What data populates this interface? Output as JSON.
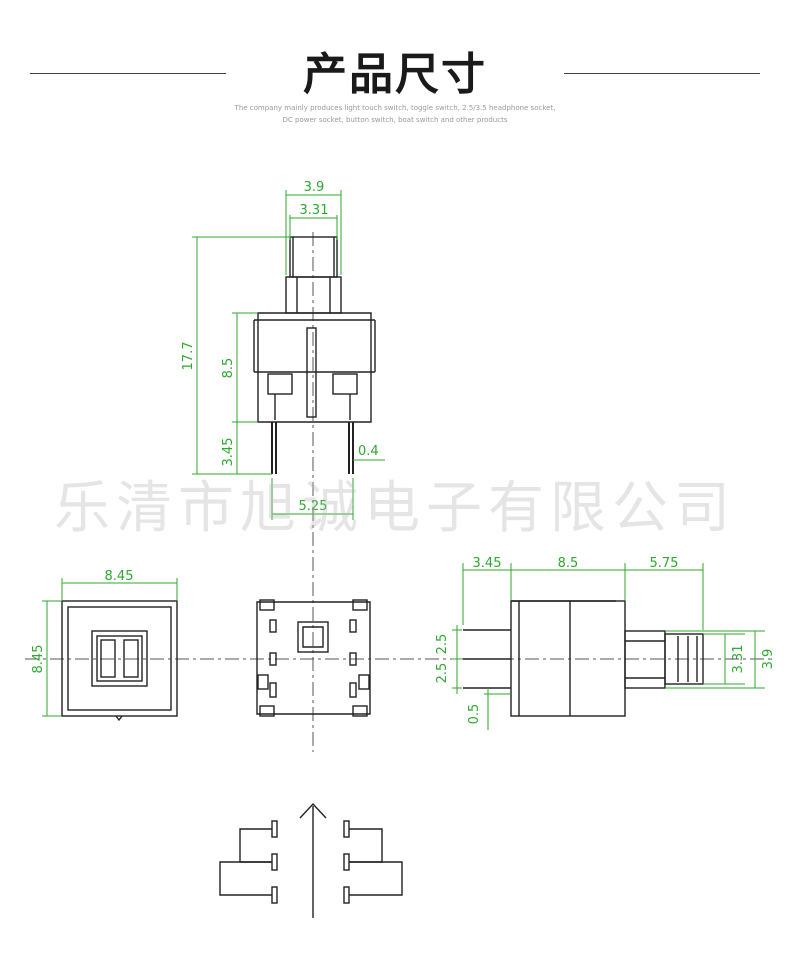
{
  "header": {
    "title": "产品尺寸",
    "subtitle_line1": "The company mainly produces light touch switch, toggle switch, 2.5/3.5 headphone socket,",
    "subtitle_line2": "DC power socket, button switch, boat switch and other products"
  },
  "watermark": "乐清市旭诚电子有限公司",
  "dimensions": {
    "top_cap_width": "3.9",
    "top_stem_width": "3.31",
    "total_height": "17.7",
    "body_height": "8.5",
    "pin_length": "3.45",
    "pin_width": "0.4",
    "pin_spacing": "5.25",
    "front_width": "8.45",
    "front_height": "8.45",
    "side_pin": "3.45",
    "side_body": "8.5",
    "side_button": "5.75",
    "side_pitch_top": "2.5",
    "side_pitch_bottom": "2.5",
    "side_pin_thickness": "0.5",
    "side_stem": "3.31",
    "side_cap": "3.9"
  },
  "colors": {
    "dimension": "#2ea82e",
    "outline": "#222222",
    "centerline": "#555555"
  }
}
